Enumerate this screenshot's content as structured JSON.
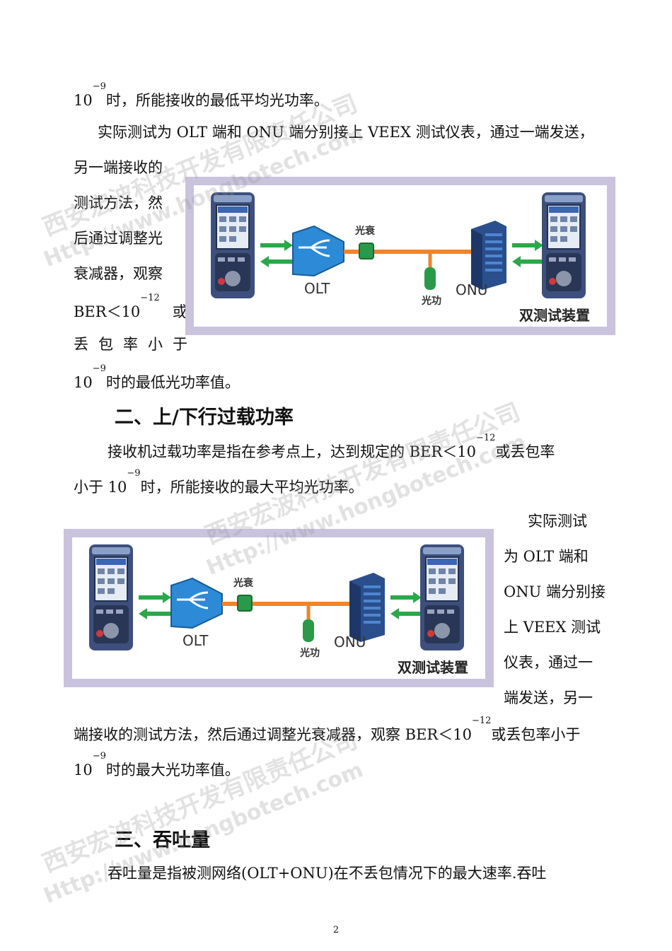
{
  "paragraph1": {
    "l1_pre": "10",
    "l1_sup": "−9",
    "l1_post": "时，所能接收的最低平均光功率。",
    "l2": "实际测试为 OLT 端和 ONU 端分别接上 VEEX 测试仪表，通过一端发送，",
    "l3": "另一端接收的",
    "l4": "测试方法，然",
    "l5": "后通过调整光",
    "l6": "衰减器，观察",
    "l7_pre": "BER＜10",
    "l7_sup": "−12",
    "l7_post": "或",
    "l8": "丢包率小于",
    "l9_pre": "10",
    "l9_sup": "−9",
    "l9_post": "时的最低光功率值。"
  },
  "figure": {
    "attenuator_label": "光衰",
    "olt_label": "OLT",
    "onu_label": "ONU",
    "power_label": "光功",
    "caption": "双测试装置"
  },
  "section2": {
    "heading": "二、上/下行过载功率",
    "l1_pre": "接收机过载功率是指在参考点上，达到规定的 BER＜10",
    "l1_sup": "−12",
    "l1_post": "或丢包率",
    "l2_pre": "小于 10",
    "l2_sup": "−9",
    "l2_post": "时，所能接收的最大平均光功率。",
    "side1": "实际测试",
    "side2": "为 OLT 端和",
    "side3": "ONU 端分别接",
    "side4": "上 VEEX 测试",
    "side5": "仪表，通过一",
    "side6": "端发送，另一",
    "l3_pre": "端接收的测试方法，然后通过调整光衰减器，观察 BER＜10",
    "l3_sup": "−12",
    "l3_post": "或丢包率小于",
    "l4_pre": "10",
    "l4_sup": "−9",
    "l4_post": "时的最大光功率值。"
  },
  "section3": {
    "heading": "三、吞吐量",
    "l1": "吞吐量是指被测网络(OLT+ONU)在不丢包情况下的最大速率.吞吐"
  },
  "watermark": {
    "company": "西安宏波科技开发有限责任公司",
    "url": "Http://www.hongbotech.com"
  },
  "page_number": "2"
}
